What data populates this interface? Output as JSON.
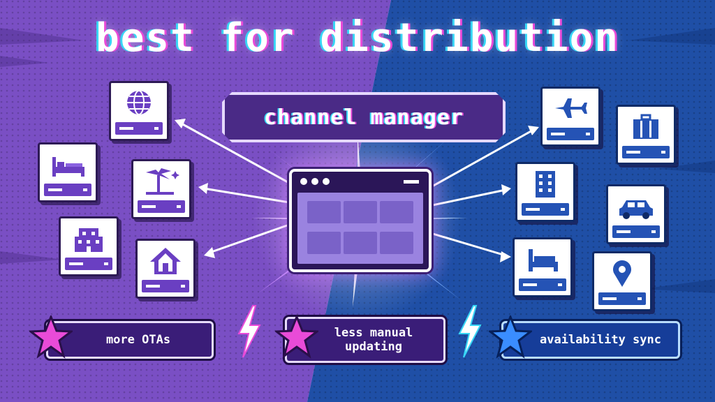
{
  "title": "best for distribution",
  "banner": {
    "label": "channel manager"
  },
  "benefits": {
    "more_otas": "more OTAs",
    "less_manual_line1": "less manual",
    "less_manual_line2": "updating",
    "availability_sync": "availability sync"
  },
  "colors": {
    "left_bg": "#7a4fc4",
    "right_bg": "#1f4fa6",
    "accent_pink": "#e94bd8",
    "accent_cyan": "#38d6f5"
  },
  "left_icons": [
    "globe-icon",
    "bed-icon",
    "palm-tree-icon",
    "hotel-icon",
    "house-icon"
  ],
  "right_icons": [
    "airplane-icon",
    "suitcase-icon",
    "building-icon",
    "car-icon",
    "bed-icon",
    "location-pin-icon"
  ]
}
